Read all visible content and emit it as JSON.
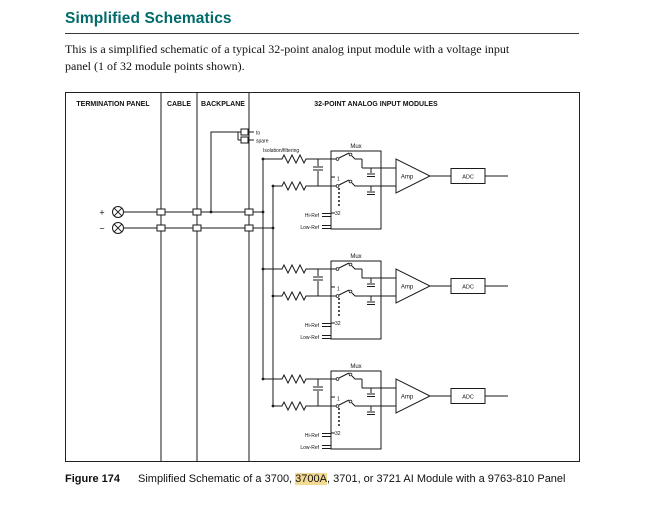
{
  "page": {
    "title": "Simplified Schematics",
    "intro_line1": "This is a simplified schematic of a typical 32-point analog input module with a voltage input",
    "intro_line2": "panel (1 of 32 module points shown)."
  },
  "diagram": {
    "col_termination": "TERMINATION PANEL",
    "col_cable": "CABLE",
    "col_backplane": "BACKPLANE",
    "col_modules": "32-POINT ANALOG INPUT MODULES",
    "plus": "+",
    "minus": "−",
    "to": "to",
    "spare": "spare",
    "isolation": "Isolation/filtering",
    "blocks": [
      {
        "mux": "Mux",
        "ch_first": "1",
        "ch_last": "32",
        "hi_ref": "Hi-Ref",
        "low_ref": "Low-Ref",
        "amp": "Amp",
        "adc": "ADC"
      },
      {
        "mux": "Mux",
        "ch_first": "1",
        "ch_last": "32",
        "hi_ref": "Hi-Ref",
        "low_ref": "Low-Ref",
        "amp": "Amp",
        "adc": "ADC"
      },
      {
        "mux": "Mux",
        "ch_first": "1",
        "ch_last": "32",
        "hi_ref": "Hi-Ref",
        "low_ref": "Low-Ref",
        "amp": "Amp",
        "adc": "ADC"
      }
    ]
  },
  "caption": {
    "figure_label": "Figure 174",
    "text_before": "Simplified Schematic of a 3700, ",
    "highlight": "3700A",
    "text_after": ", 3701, or 3721 AI Module with a 9763-810 Panel"
  },
  "colors": {
    "heading": "#006a6a",
    "highlight_bg": "#f3da93"
  }
}
